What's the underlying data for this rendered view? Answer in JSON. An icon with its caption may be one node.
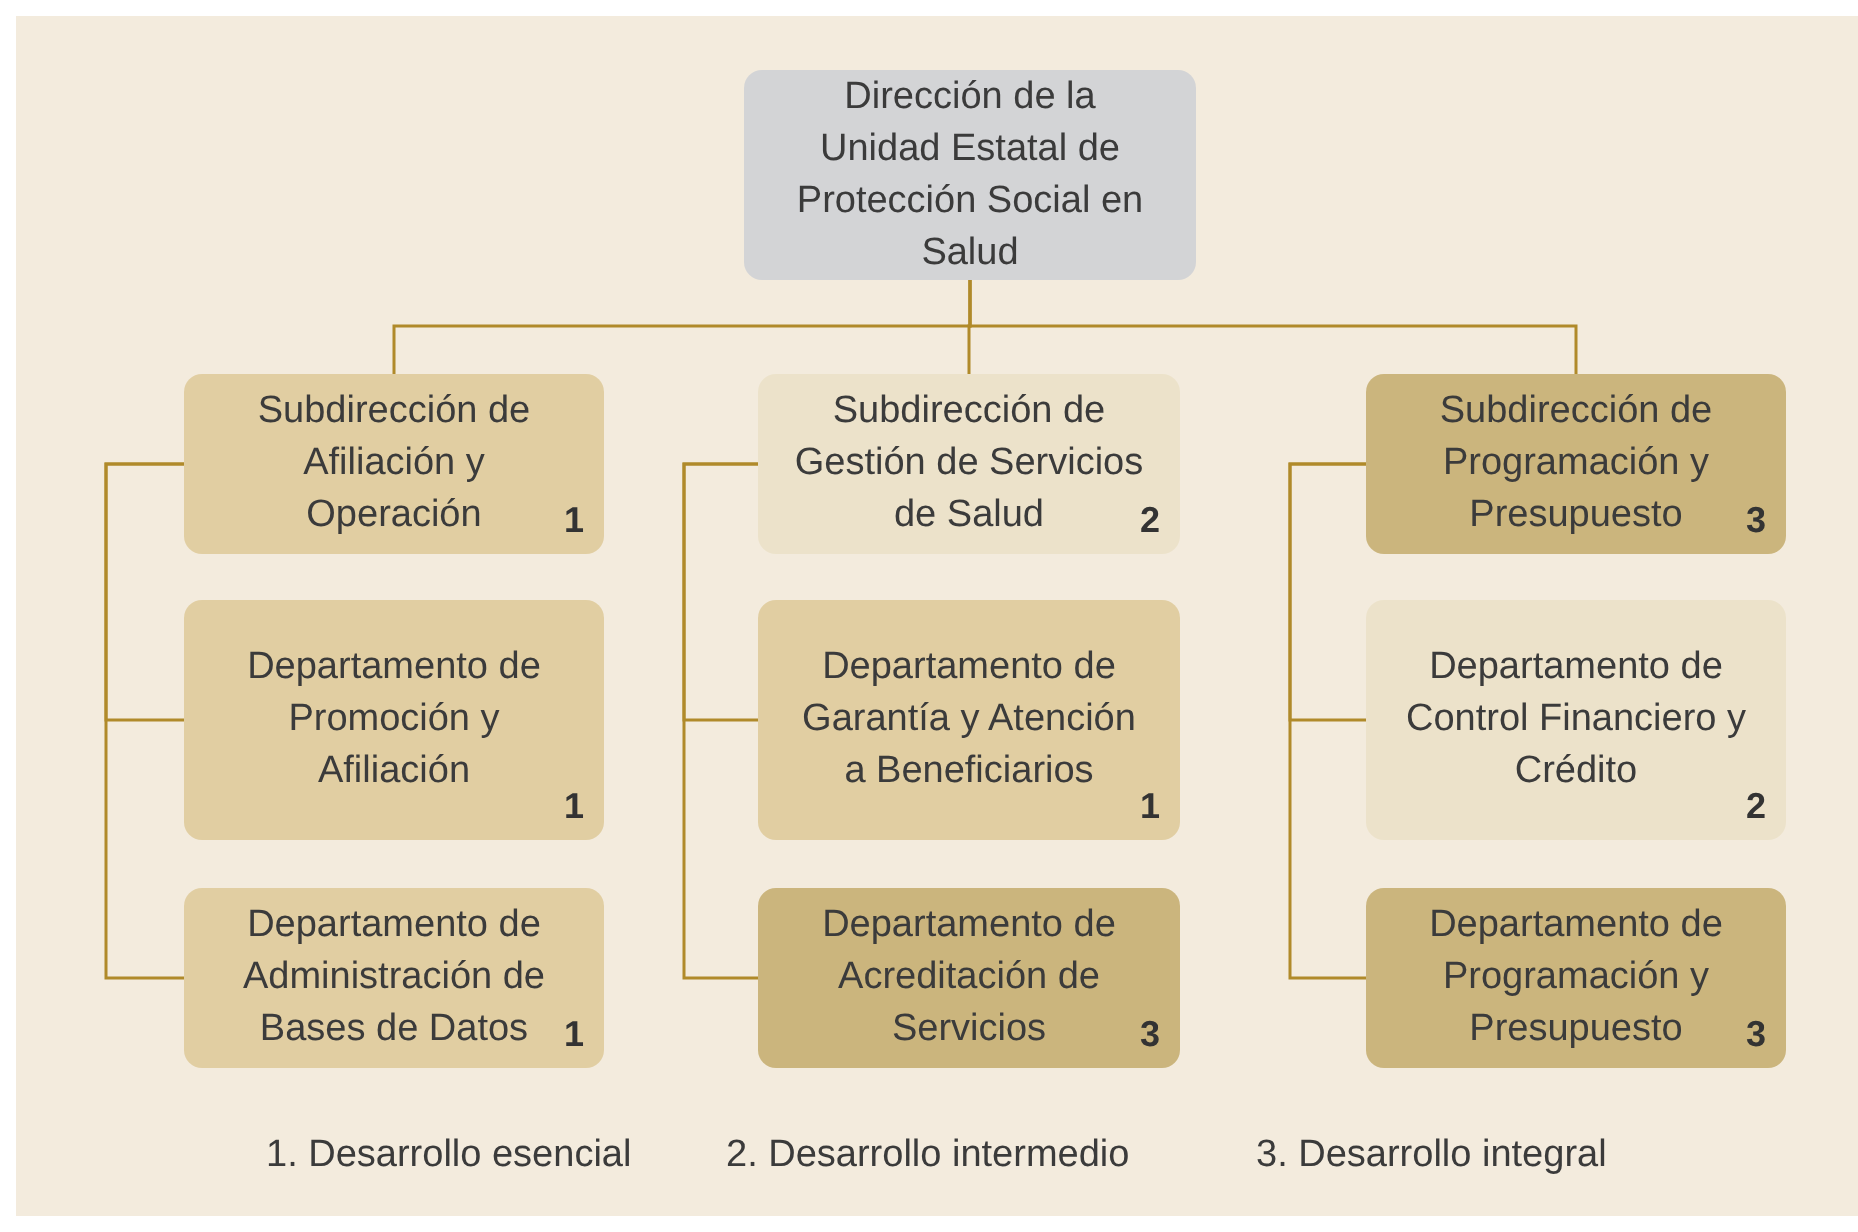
{
  "diagram": {
    "nodes": [
      {
        "text": [
          "Dirección de la Unidad Estatal de Protección Social en Salud"
        ]
      },
      {
        "text": [
          "Subdirección de Afiliación y Operación",
          "1"
        ]
      },
      {
        "text": [
          "Subdirección de Gestión de Servicios de Salud",
          "2"
        ]
      },
      {
        "text": [
          "Subdirección de Programación y Presupuesto",
          "3"
        ]
      },
      {
        "text": [
          "Departamento de Promoción y Afiliación",
          "1"
        ]
      },
      {
        "text": [
          "Departamento de Garantía y Atención a Beneficiarios",
          "1"
        ]
      },
      {
        "text": [
          "Departamento de Control Financiero y Crédito",
          "2"
        ]
      },
      {
        "text": [
          "Departamento de Administración de Bases de Datos",
          "1"
        ]
      },
      {
        "text": [
          "Departamento de Acreditación de Servicios",
          "3"
        ]
      },
      {
        "text": [
          "Departamento de Programación y Presupuesto",
          "3"
        ]
      }
    ],
    "edges": [
      {
        "from": 0,
        "to": 1,
        "arrow": "none"
      },
      {
        "from": 0,
        "to": 2,
        "arrow": "none"
      },
      {
        "from": 0,
        "to": 3,
        "arrow": "none"
      },
      {
        "from": 1,
        "to": 4,
        "arrow": "none"
      },
      {
        "from": 1,
        "to": 7,
        "arrow": "none"
      },
      {
        "from": 2,
        "to": 5,
        "arrow": "none"
      },
      {
        "from": 2,
        "to": 8,
        "arrow": "none"
      },
      {
        "from": 3,
        "to": 6,
        "arrow": "none"
      },
      {
        "from": 3,
        "to": 9,
        "arrow": "none"
      }
    ],
    "labels": [
      "1. Desarrollo esencial",
      "2. Desarrollo intermedio",
      "3. Desarrollo integral"
    ]
  }
}
